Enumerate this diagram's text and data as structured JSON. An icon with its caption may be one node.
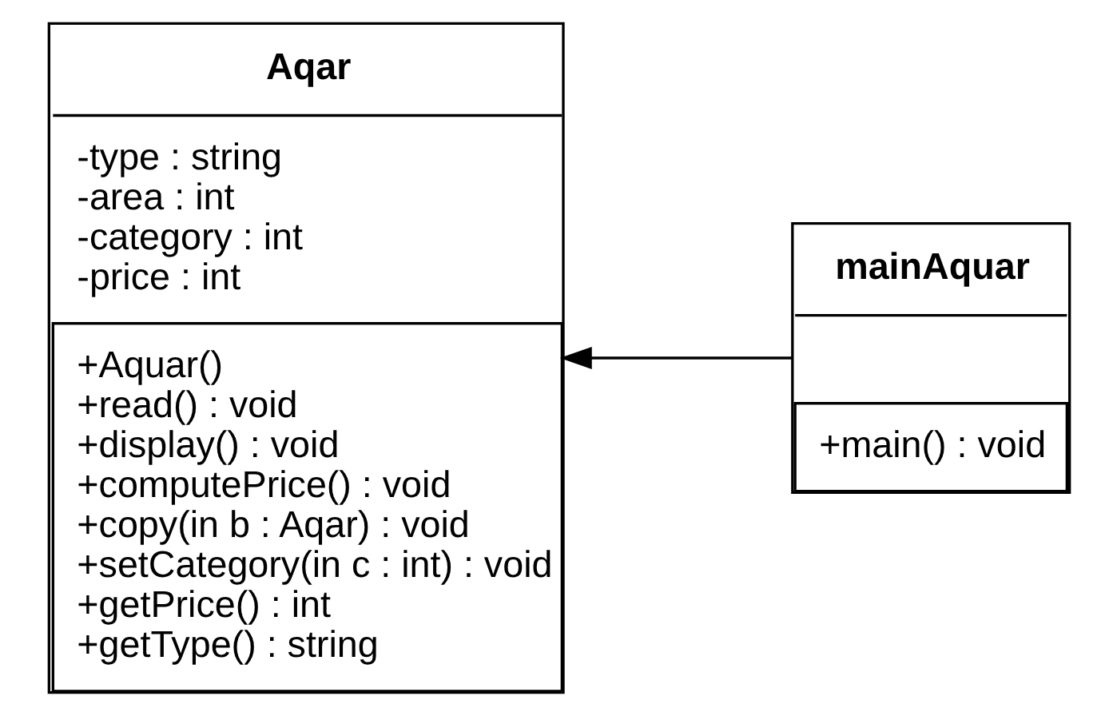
{
  "diagram": {
    "nodes": [
      {
        "text": [
          "Aqar",
          "-type : string",
          "-area : int",
          "-category : int",
          "-price : int",
          "+Aquar()",
          "+read() : void",
          "+display() : void",
          "+computePrice() : void",
          "+copy(in b : Aqar) : void",
          "+setCategory(in c : int) : void",
          "+getPrice() : int",
          "+getType() : string"
        ]
      },
      {
        "text": [
          "mainAquar",
          "+main() : void"
        ]
      }
    ],
    "edges": [
      {
        "from": 1,
        "to": 0,
        "arrow": "to"
      }
    ]
  }
}
